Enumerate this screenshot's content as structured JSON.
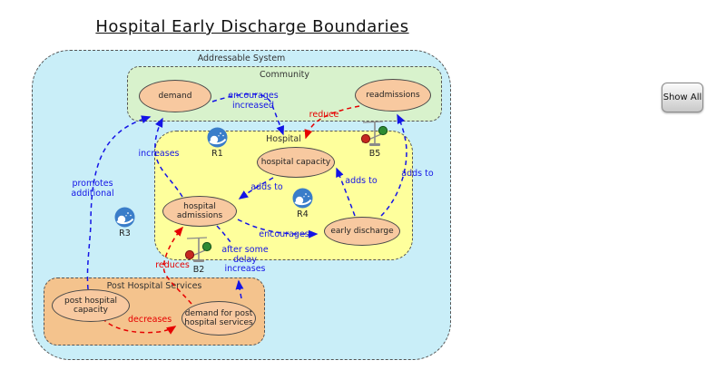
{
  "title": "Hospital Early Discharge Boundaries",
  "toolbar": {
    "show_all_label": "Show All"
  },
  "diagram": {
    "boundaries": [
      {
        "id": "addressable-system",
        "label": "Addressable System",
        "fill": "#c9eef8"
      },
      {
        "id": "community",
        "label": "Community",
        "fill": "#d8f2cc"
      },
      {
        "id": "hospital",
        "label": "Hospital",
        "fill": "#feff9c"
      },
      {
        "id": "post-hospital-services",
        "label": "Post Hospital Services",
        "fill": "#f4c38d"
      }
    ],
    "nodes": [
      {
        "id": "demand",
        "label": "demand"
      },
      {
        "id": "readmissions",
        "label": "readmissions"
      },
      {
        "id": "hospital-capacity",
        "label": "hospital capacity"
      },
      {
        "id": "hospital-admissions",
        "label": "hospital admissions"
      },
      {
        "id": "early-discharge",
        "label": "early discharge"
      },
      {
        "id": "post-hospital-capacity",
        "label": "post hospital capacity"
      },
      {
        "id": "demand-for-post-hospital-services",
        "label": "demand for post hospital services"
      }
    ],
    "edges": [
      {
        "from": "demand",
        "to": "hospital capacity",
        "label": "encourages increased",
        "lines": [
          "encourages",
          "increased"
        ],
        "color": "#1414e6"
      },
      {
        "from": "readmissions",
        "to": "hospital capacity",
        "label": "reduce",
        "lines": [
          "reduce"
        ],
        "color": "#e60000"
      },
      {
        "from": "hospital capacity",
        "to": "hospital admissions",
        "label": "adds to",
        "lines": [
          "adds to"
        ],
        "color": "#1414e6"
      },
      {
        "from": "hospital admissions",
        "to": "demand",
        "label": "increases",
        "lines": [
          "increases"
        ],
        "color": "#1414e6"
      },
      {
        "from": "hospital admissions",
        "to": "early discharge",
        "label": "encourages",
        "lines": [
          "encourages"
        ],
        "color": "#1414e6"
      },
      {
        "from": "early discharge",
        "to": "hospital capacity",
        "label": "adds to",
        "lines": [
          "adds to"
        ],
        "color": "#1414e6"
      },
      {
        "from": "early discharge",
        "to": "readmissions",
        "label": "adds to",
        "lines": [
          "adds to"
        ],
        "color": "#1414e6"
      },
      {
        "from": "post hospital capacity",
        "to": "demand",
        "label": "promotes additional",
        "lines": [
          "promotes",
          "additional"
        ],
        "color": "#1414e6"
      },
      {
        "from": "demand for post hospital services",
        "to": "hospital admissions",
        "label": "after some delay increases",
        "lines": [
          "after some",
          "delay",
          "increases"
        ],
        "color": "#1414e6"
      },
      {
        "from": "demand for post hospital services",
        "to": "hospital admissions",
        "label": "reduces",
        "lines": [
          "reduces"
        ],
        "color": "#e60000"
      },
      {
        "from": "post hospital capacity",
        "to": "demand for post hospital services",
        "label": "decreases",
        "lines": [
          "decreases"
        ],
        "color": "#e60000"
      }
    ],
    "loops": [
      {
        "id": "R1",
        "type": "reinforcing"
      },
      {
        "id": "B5",
        "type": "balancing"
      },
      {
        "id": "R3",
        "type": "reinforcing"
      },
      {
        "id": "R4",
        "type": "reinforcing"
      },
      {
        "id": "B2",
        "type": "balancing"
      }
    ],
    "colors": {
      "positive_link_blue": "#1414e6",
      "negative_link_red": "#e60000",
      "addressable_fill": "#c9eef8",
      "community_fill": "#d8f2cc",
      "hospital_fill": "#feff9c",
      "post_hospital_fill": "#f4c38d",
      "node_fill": "#f8c9a0",
      "boundary_border": "#555555"
    }
  }
}
